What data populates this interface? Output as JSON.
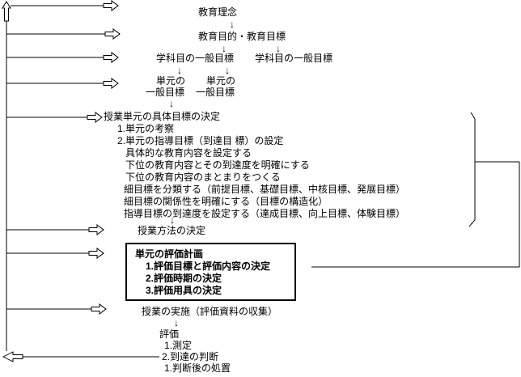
{
  "colors": {
    "background": "#ffffff",
    "line": "#000000",
    "text": "#000000"
  },
  "glyphs": {
    "down_arrow": "↓"
  },
  "flow": {
    "philosophy": "教育理念",
    "purpose_goals": "教育目的・教育目標",
    "subject_general_left": "学科目の一般目標",
    "subject_general_right": "学科目の一般目標",
    "unit_left_line1": "単元の",
    "unit_left_line2": "一般目標",
    "unit_right_line1": "単元の",
    "unit_right_line2": "一般目標",
    "concrete_goal_title": "授業単元の具体目標の決定",
    "concrete_item_1": "1.単元の考察",
    "concrete_item_2": "2.単元の指導目標（到達目 標）の設定",
    "detail_1": "具体的な教育内容を設定する",
    "detail_2": "下位の教育内容とその到達度を明確にする",
    "detail_3": "下位の教育内容のまとまりをつくる",
    "detail_4": "細目標を分類する（前提目標、基礎目標、中核目標、発展目標）",
    "detail_5": "細目標の関係性を明確にする（目標の構造化）",
    "detail_6": "指導目標の到達度を設定する（達成目標、向上目標、体験目標）",
    "method_decision": "授業方法の決定",
    "eval_plan": {
      "title": "単元の評価計画",
      "item_1": "1.評価目標と評価内容の決定",
      "item_2": "2.評価時期の決定",
      "item_3": "3.評価用具の決定"
    },
    "implementation": "授業の実施（評価資料の収集）",
    "evaluation": "評価",
    "eval_item_1": "1.測定",
    "eval_item_2": "2.到達の判断",
    "eval_item_3": "1.判断後の処置"
  }
}
